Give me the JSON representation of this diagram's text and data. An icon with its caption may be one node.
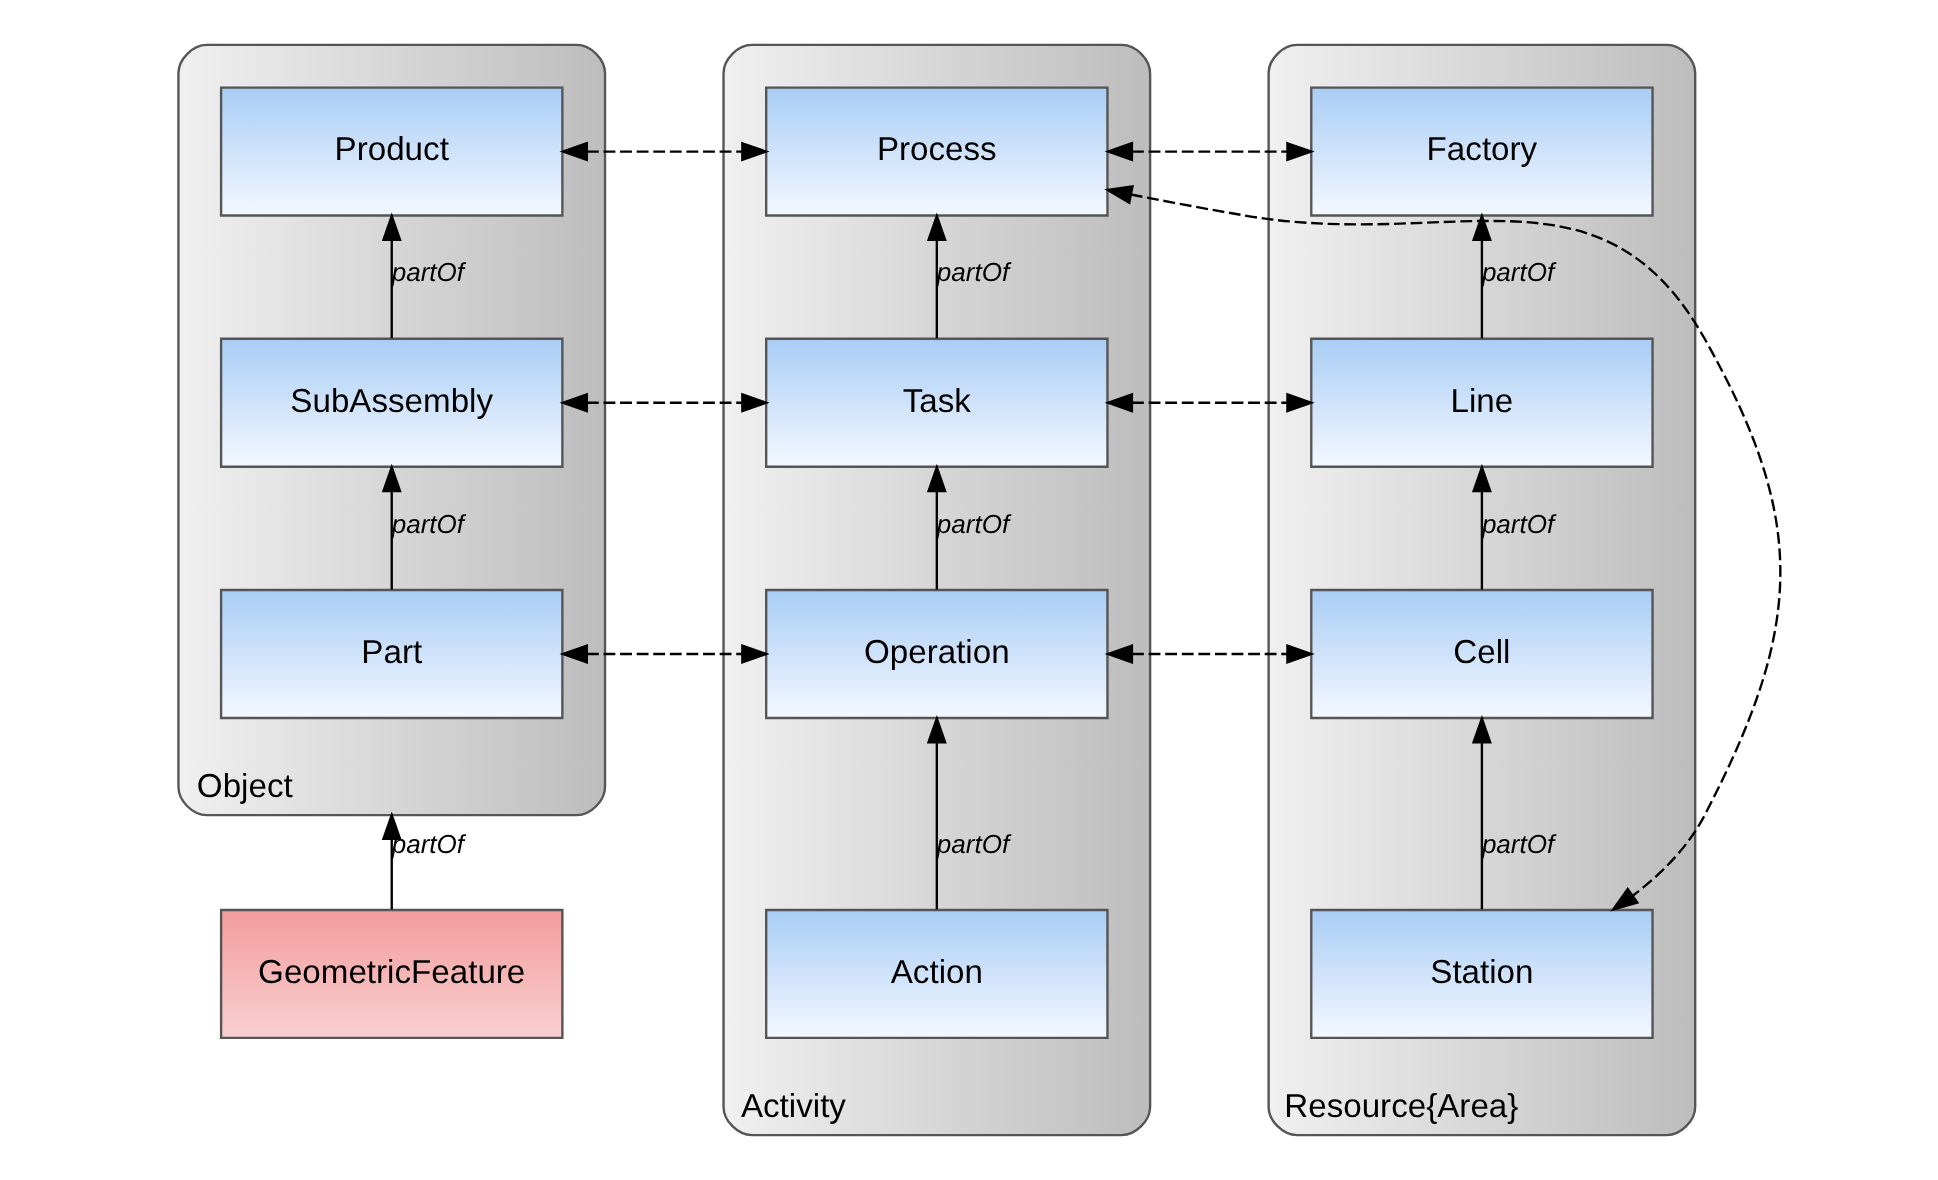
{
  "diagram": {
    "nodes": [
      {
        "text": [
          "Object"
        ]
      },
      {
        "text": [
          "Product"
        ],
        "in": 0
      },
      {
        "text": [
          "SubAssembly"
        ],
        "in": 0
      },
      {
        "text": [
          "Part"
        ],
        "in": 0
      },
      {
        "text": [
          "Activity"
        ]
      },
      {
        "text": [
          "Process"
        ],
        "in": 4
      },
      {
        "text": [
          "Task"
        ],
        "in": 4
      },
      {
        "text": [
          "Operation"
        ],
        "in": 4
      },
      {
        "text": [
          "Action"
        ],
        "in": 4
      },
      {
        "text": [
          "Resource{Area}"
        ]
      },
      {
        "text": [
          "Factory"
        ],
        "in": 9
      },
      {
        "text": [
          "Line"
        ],
        "in": 9
      },
      {
        "text": [
          "Cell"
        ],
        "in": 9
      },
      {
        "text": [
          "Station"
        ],
        "in": 9
      },
      {
        "text": [
          "GeometricFeature"
        ]
      }
    ],
    "edges": [
      {
        "from": 2,
        "to": 1,
        "arrow": "to",
        "label": "partOf"
      },
      {
        "from": 3,
        "to": 2,
        "arrow": "to",
        "label": "partOf"
      },
      {
        "from": 14,
        "to": 0,
        "arrow": "to",
        "label": "partOf"
      },
      {
        "from": 6,
        "to": 5,
        "arrow": "to",
        "label": "partOf"
      },
      {
        "from": 7,
        "to": 6,
        "arrow": "to",
        "label": "partOf"
      },
      {
        "from": 8,
        "to": 7,
        "arrow": "to",
        "label": "partOf"
      },
      {
        "from": 11,
        "to": 10,
        "arrow": "to",
        "label": "partOf"
      },
      {
        "from": 12,
        "to": 11,
        "arrow": "to",
        "label": "partOf"
      },
      {
        "from": 13,
        "to": 12,
        "arrow": "to",
        "label": "partOf"
      },
      {
        "from": 1,
        "to": 5,
        "arrow": "both",
        "style": "dashed"
      },
      {
        "from": 2,
        "to": 6,
        "arrow": "both",
        "style": "dashed"
      },
      {
        "from": 3,
        "to": 7,
        "arrow": "both",
        "style": "dashed"
      },
      {
        "from": 5,
        "to": 10,
        "arrow": "both",
        "style": "dashed"
      },
      {
        "from": 6,
        "to": 11,
        "arrow": "both",
        "style": "dashed"
      },
      {
        "from": 7,
        "to": 12,
        "arrow": "both",
        "style": "dashed"
      },
      {
        "from": 5,
        "to": 13,
        "arrow": "both",
        "style": "dashed"
      }
    ]
  }
}
